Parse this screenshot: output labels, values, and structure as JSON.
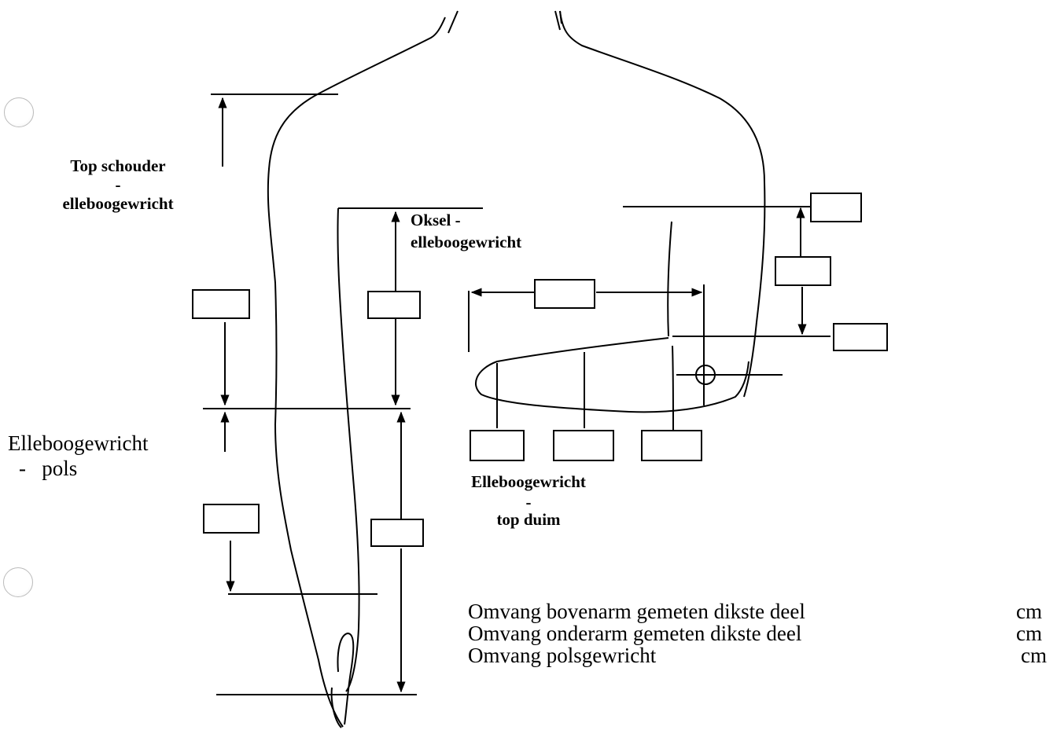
{
  "labels": {
    "shoulder_elbow_line1": "Top schouder",
    "shoulder_elbow_dash": "-",
    "shoulder_elbow_line2": "elleboogewricht",
    "armpit_elbow_line1": "Oksel -",
    "armpit_elbow_line2": "elleboogewricht",
    "elbow_wrist_line1": "Elleboogewricht",
    "elbow_wrist_line2": "-   pols",
    "elbow_thumb_line1": "Elleboogewricht",
    "elbow_thumb_dash": "-",
    "elbow_thumb_line2": "top duim"
  },
  "circumference": [
    {
      "label": "Omvang bovenarm gemeten dikste deel",
      "unit": "cm"
    },
    {
      "label": "Omvang onderarm gemeten dikste deel",
      "unit": "cm"
    },
    {
      "label": "Omvang polsgewricht",
      "unit": "cm"
    }
  ],
  "measurement_boxes": {
    "shoulder_elbow": "",
    "armpit_elbow": "",
    "elbow_wrist": "",
    "armpit_wrist": "",
    "elbow_thumb": "",
    "upper_arm_top": "",
    "upper_arm_mid": "",
    "elbow_right": "",
    "forearm_1": "",
    "forearm_2": "",
    "forearm_3": ""
  }
}
